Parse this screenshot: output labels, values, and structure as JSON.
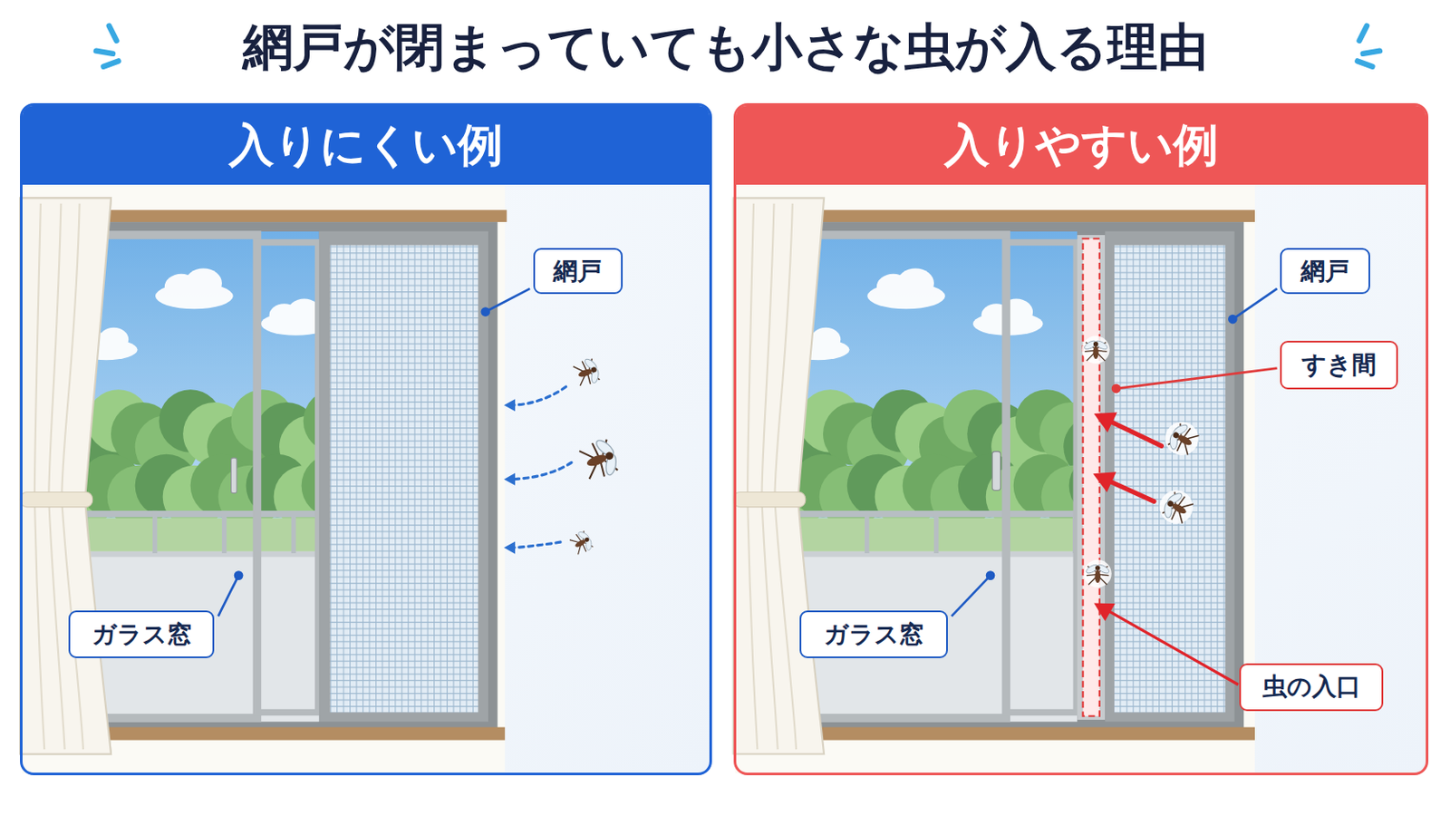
{
  "diagram": {
    "title": "網戸が閉まっていても小さな虫が入る理由",
    "nodes": [
      {
        "text": [
          "入りにくい例"
        ]
      },
      {
        "text": [
          "網戸"
        ],
        "in": 0
      },
      {
        "text": [
          "ガラス窓"
        ],
        "in": 0
      },
      {
        "text": [
          "入りやすい例"
        ]
      },
      {
        "text": [
          "網戸"
        ],
        "in": 3
      },
      {
        "text": [
          "すき間"
        ],
        "in": 3
      },
      {
        "text": [
          "ガラス窓"
        ],
        "in": 3
      },
      {
        "text": [
          "虫の入口"
        ],
        "in": 3
      }
    ]
  }
}
